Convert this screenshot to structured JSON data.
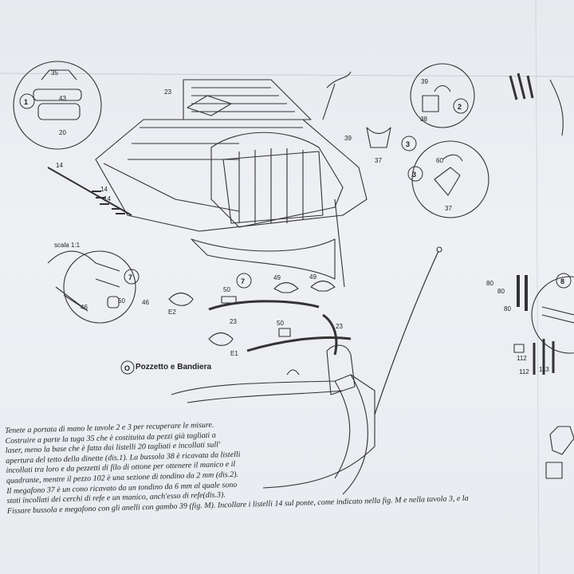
{
  "section": {
    "letter": "O",
    "title": "Pozzetto e Bandiera"
  },
  "scale_label": "scala 1:1",
  "detail_numbers": [
    "1",
    "2",
    "3",
    "3",
    "7",
    "7",
    "8"
  ],
  "part_labels": {
    "p35": "35",
    "p43": "43",
    "p20": "20",
    "p23a": "23",
    "p14a": "14",
    "p14b": "14",
    "p14c": "14",
    "p39a": "39",
    "p39b": "39",
    "p38": "38",
    "p37a": "37",
    "p37b": "37",
    "p60": "60",
    "p50a": "50",
    "p50b": "50",
    "p50c": "50",
    "p46a": "46",
    "p46b": "46",
    "p49a": "49",
    "p49b": "49",
    "e2": "E2",
    "e1": "E1",
    "p23b": "23",
    "p23c": "23",
    "p80a": "80",
    "p80b": "80",
    "p80c": "80",
    "p112a": "112",
    "p112b": "112",
    "p113": "113"
  },
  "caption": [
    "Tenete a portata di mano le tavole 2 e 3 per recuperare le misure.",
    "Costruire a parte la tuga 35 che è costituita da pezzi già tagliati a",
    "laser, meno la base che è fatta dai listelli 20 tagliati e incollati sull'",
    "apertura del tetto della dinette (dis.1). La bussola 38 è ricavata da listelli",
    "incollati tra loro e da pezzetti di filo di ottone per ottenere il manico e il",
    "quadrante, mentre il pezzo 102 è una sezione di tondino da 2 mm (dis.2).",
    "Il megafono 37 è un cono ricavato da un tondino da 6 mm al quale sono",
    "stati incollati dei cerchi di refe e un manico, anch'esso di refe(dis.3).",
    "Fissare bussola e megafono con gli anelli con gambo 39 (fig. M). Incollare i listelli 14 sul ponte, come indicato nella fig. M e nella tavola 3, e la"
  ]
}
